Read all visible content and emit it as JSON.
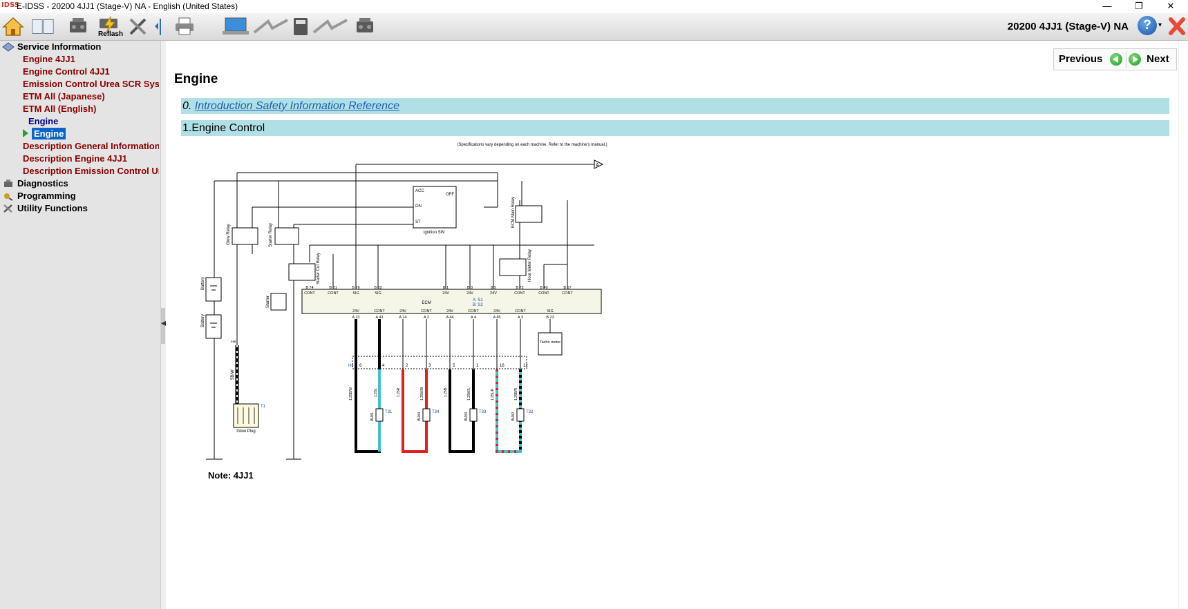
{
  "window": {
    "logo": "IDSS",
    "title": "E-IDSS - 20200 4JJ1 (Stage-V)  NA - English (United States)",
    "minimize": "—",
    "restore": "❐",
    "close": "✕"
  },
  "toolbar": {
    "reflash_label": "Reflash",
    "model": "20200 4JJ1 (Stage-V)  NA",
    "help_glyph": "?"
  },
  "sidebar": {
    "items": [
      {
        "label": "Service Information",
        "color": "#000000"
      },
      {
        "label": "Engine 4JJ1",
        "color": "#8b0000"
      },
      {
        "label": "Engine Control 4JJ1",
        "color": "#8b0000"
      },
      {
        "label": "Emission Control Urea SCR System",
        "color": "#8b0000"
      },
      {
        "label": "ETM All (Japanese)",
        "color": "#8b0000"
      },
      {
        "label": "ETM All (English)",
        "color": "#8b0000"
      },
      {
        "label": "Engine",
        "color": "#00008b"
      },
      {
        "label": "Engine",
        "color": "#ffffff"
      },
      {
        "label": "Description General Information",
        "color": "#8b0000"
      },
      {
        "label": "Description Engine 4JJ1",
        "color": "#8b0000"
      },
      {
        "label": "Description Emission Control Urea",
        "color": "#8b0000"
      },
      {
        "label": "Diagnostics",
        "color": "#000000"
      },
      {
        "label": "Programming",
        "color": "#000000"
      },
      {
        "label": "Utility Functions",
        "color": "#000000"
      }
    ],
    "selected_bg": "#0a64c8"
  },
  "nav": {
    "previous": "Previous",
    "next": "Next"
  },
  "content": {
    "title": "Engine",
    "sections": [
      {
        "number": "0. ",
        "text": "Introduction Safety Information Reference",
        "link": true
      },
      {
        "number": "1.",
        "text": "Engine Control",
        "link": false
      }
    ],
    "note": "Note: 4JJ1"
  },
  "diagram": {
    "spec_note": "(Specifications vary depending on each machine. Refer to the machine's manual.)",
    "arrow_label": "A",
    "components": {
      "battery": "Battery",
      "glow_relay": "Glow Relay",
      "starter_relay": "Starter Relay",
      "starter": "Starter",
      "starter_cut_relay": "Starter Cut Relay",
      "ignition_sw": "Ignition SW",
      "acc": "ACC",
      "on": "ON",
      "off": "OFF",
      "st": "ST",
      "ecm_main_relay": "ECM Main Relay",
      "hour_meter_relay": "Hour Meter Relay",
      "ecm": "ECM",
      "ecm_a": "A: S1",
      "ecm_b": "B: S2",
      "tacho": "Tacho meter",
      "glow_plug": "Glow Plug"
    },
    "top_pins": [
      {
        "pin": "B 74",
        "type": "CONT"
      },
      {
        "pin": "B 81",
        "type": "CONT"
      },
      {
        "pin": "B 76",
        "type": "SIG"
      },
      {
        "pin": "B 82",
        "type": "SIG"
      },
      {
        "pin": "B 1",
        "type": "24V"
      },
      {
        "pin": "B 3",
        "type": "24V"
      },
      {
        "pin": "B 5",
        "type": "24V"
      },
      {
        "pin": "B 72",
        "type": "CONT"
      },
      {
        "pin": "B 40",
        "type": "CONT"
      },
      {
        "pin": "B 57",
        "type": "CONT"
      }
    ],
    "bottom_pins": [
      {
        "pin": "A 23",
        "type": "24V"
      },
      {
        "pin": "A 43",
        "type": "CONT"
      },
      {
        "pin": "A 24",
        "type": "24V"
      },
      {
        "pin": "A 2",
        "type": "CONT"
      },
      {
        "pin": "A 44",
        "type": "24V"
      },
      {
        "pin": "A 4",
        "type": "CONT"
      },
      {
        "pin": "A 45",
        "type": "24V"
      },
      {
        "pin": "A 3",
        "type": "CONT"
      },
      {
        "pin": "B 23",
        "type": "SIG"
      }
    ],
    "injectors": [
      {
        "name": "INJ#1",
        "ref": "T31",
        "wire_a": "1.25B/W",
        "wire_b": "1.25L",
        "color_a": "#000000",
        "color_b": "#40c0d0"
      },
      {
        "name": "INJ#4",
        "ref": "T34",
        "wire_a": "1.25R",
        "wire_b": "1.25W/B",
        "color_a": "#e02020",
        "color_b": "#e02020"
      },
      {
        "name": "INJ#3",
        "ref": "T33",
        "wire_a": "1.25B",
        "wire_b": "1.25W/L",
        "color_a": "#000000",
        "color_b": "#000000"
      },
      {
        "name": "INJ#2",
        "ref": "T32",
        "wire_a": "1.25L/R",
        "wire_b": "1.25B/R",
        "color_a": "#40c0d0",
        "color_b": "#000000"
      }
    ],
    "connector_pins": [
      "H4",
      "6",
      "4",
      "2",
      "3",
      "5",
      "1",
      "16",
      "12"
    ],
    "glow_wire": "5B/W",
    "glow_ref_top": "H6",
    "glow_ref": "T1"
  }
}
